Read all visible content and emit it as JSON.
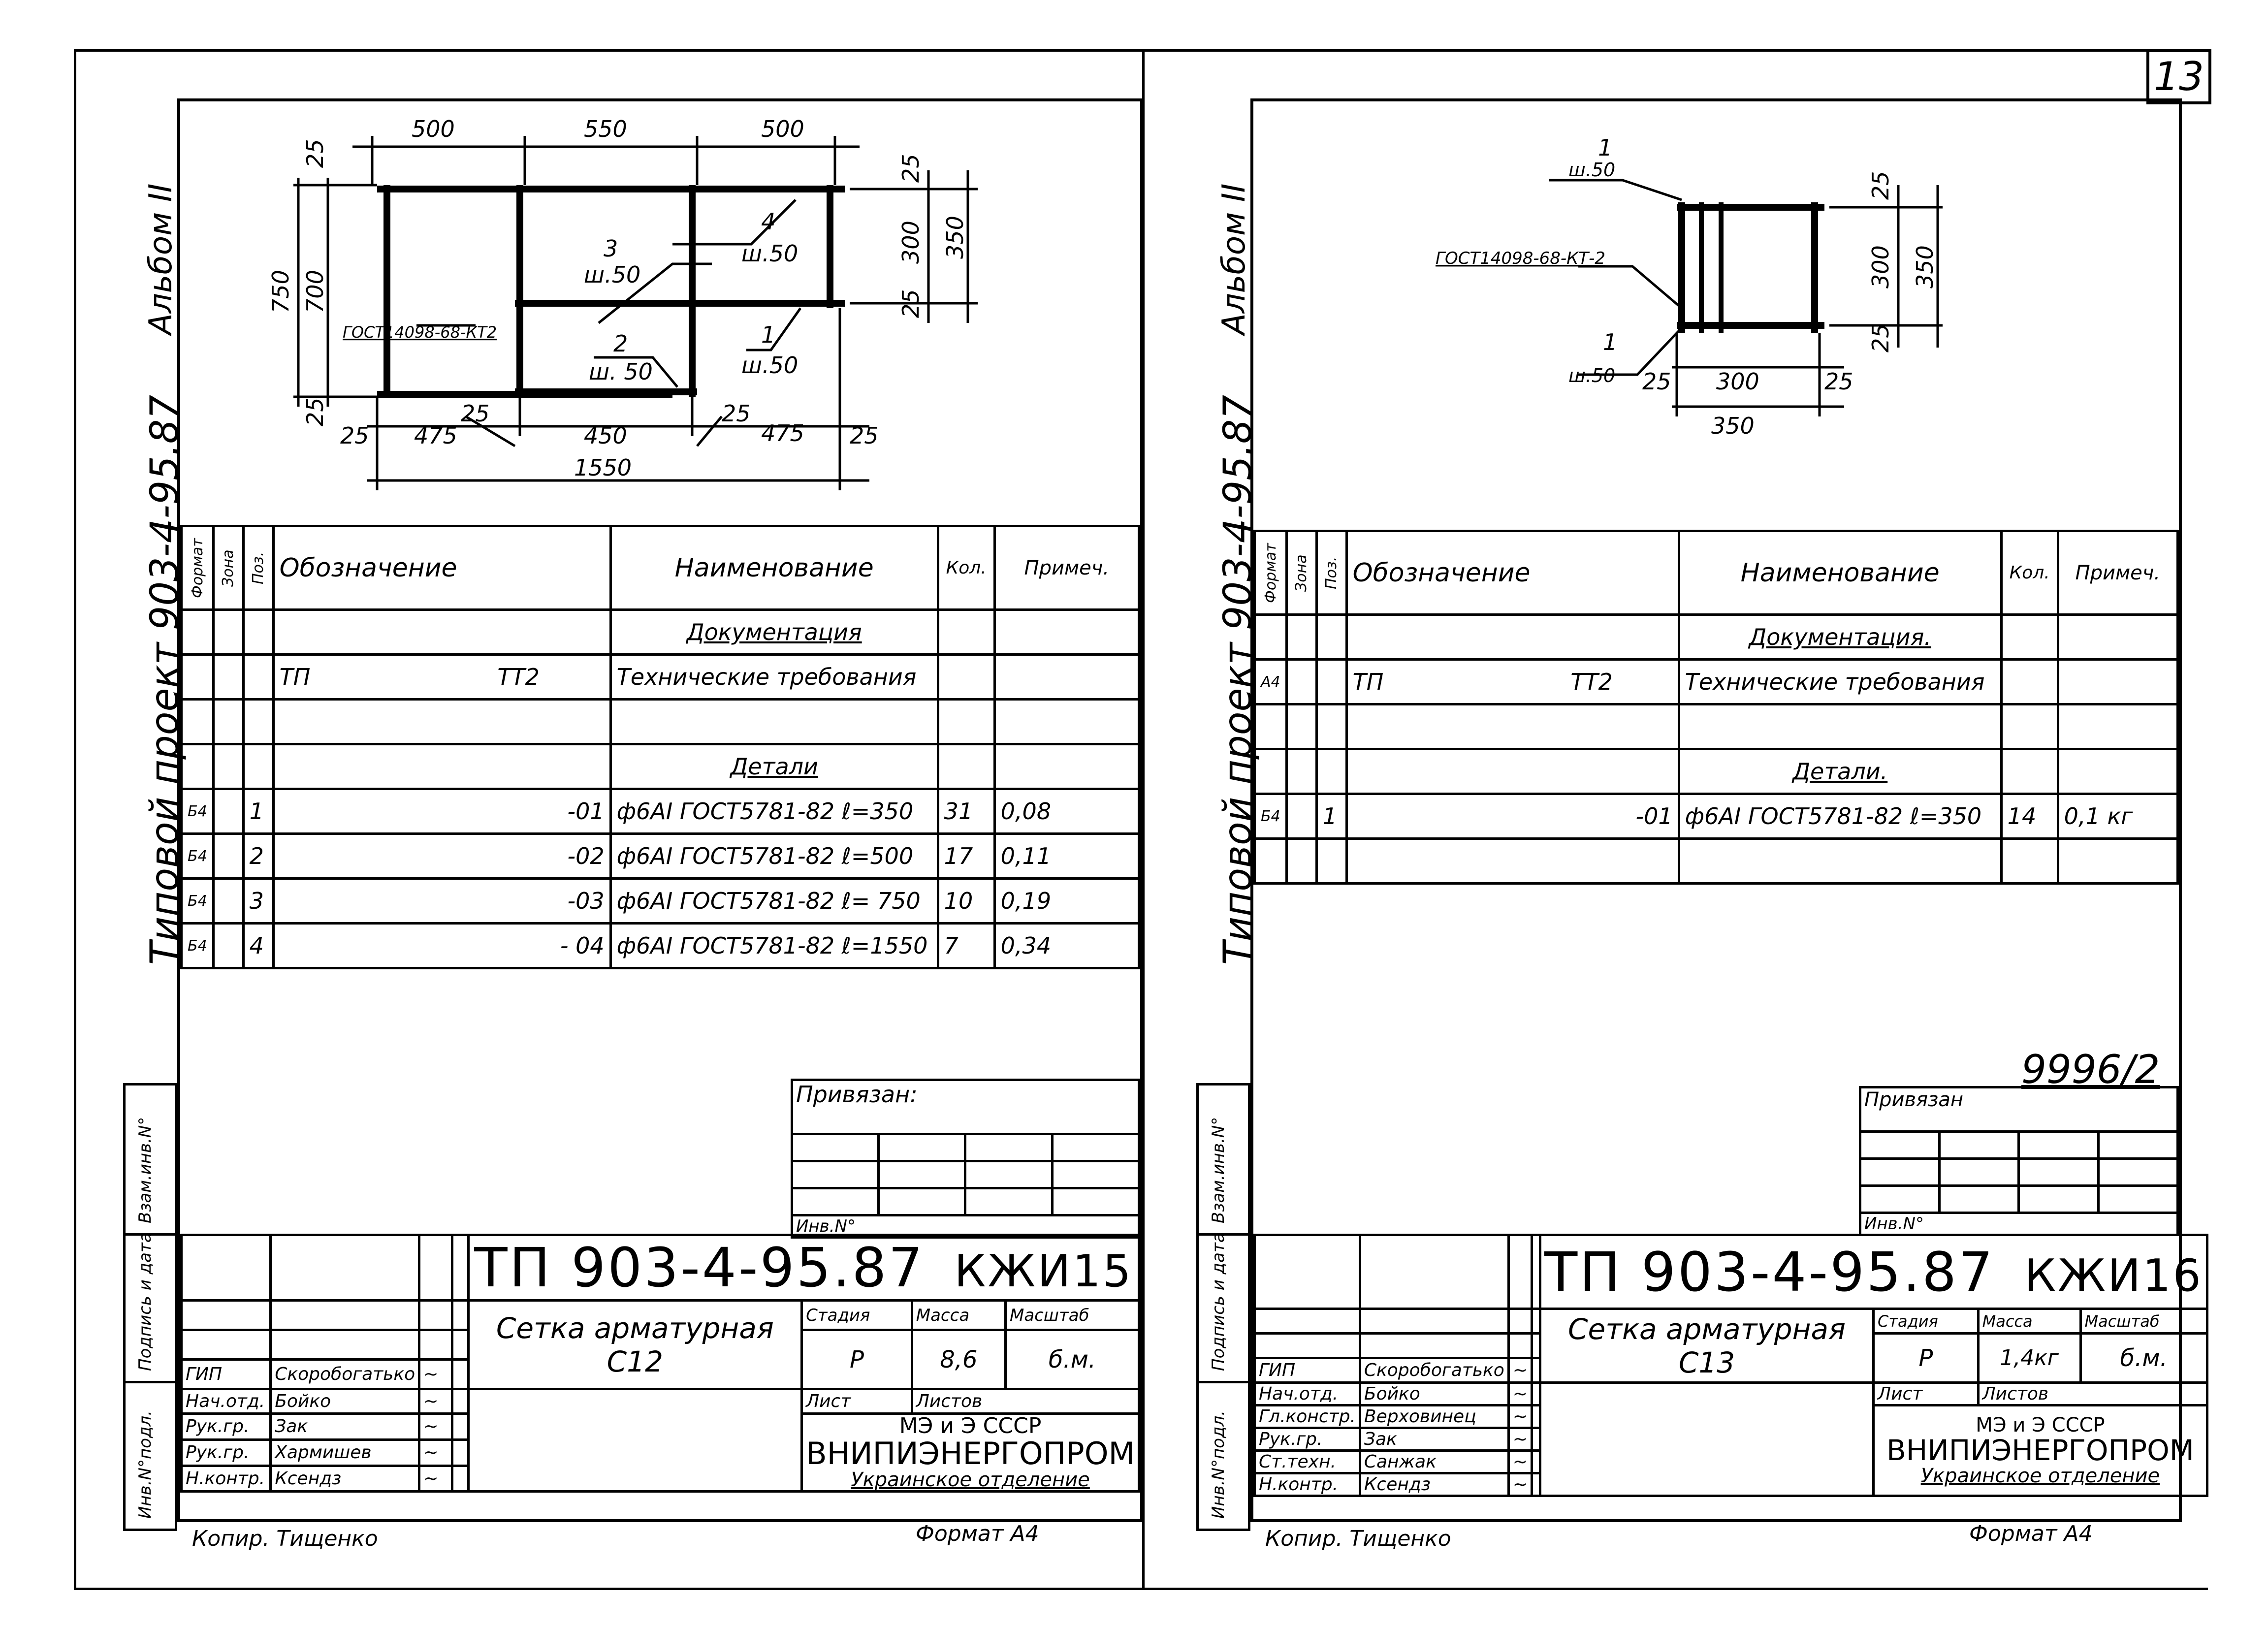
{
  "page_number": "13",
  "left": {
    "album": "Альбом II",
    "project_side": "Типовой проект   903-4-95.87",
    "dims": {
      "top": [
        "500",
        "550",
        "500"
      ],
      "right": [
        "25",
        "300",
        "25",
        "350"
      ],
      "left": [
        "25",
        "750",
        "700",
        "25"
      ],
      "bottom": [
        "25",
        "475",
        "25",
        "450",
        "25",
        "475",
        "25"
      ],
      "total": "1550"
    },
    "callouts": {
      "c3": {
        "num": "3",
        "step": "ш.50"
      },
      "c4": {
        "num": "4",
        "step": "ш.50"
      },
      "c2": {
        "num": "2",
        "step": "ш. 50"
      },
      "c1": {
        "num": "1",
        "step": "ш.50"
      },
      "gost": "ГОСТ14098-68-КТ2"
    },
    "table": {
      "headers": {
        "format": "Формат",
        "zone": "Зона",
        "pos": "Поз.",
        "designation": "Обозначение",
        "name": "Наименование",
        "qty": "Кол.",
        "note": "Примеч."
      },
      "section_docs": "Документация",
      "doc_row": {
        "tp": "ТП",
        "tt2": "ТТ2",
        "name": "Технические требования"
      },
      "section_details": "Детали",
      "rows": [
        {
          "format": "Б4",
          "pos": "1",
          "designation": "-01",
          "name": "ф6АI ГОСТ5781-82  ℓ=350",
          "qty": "31",
          "note": "0,08"
        },
        {
          "format": "Б4",
          "pos": "2",
          "designation": "-02",
          "name": "ф6АI ГОСТ5781-82  ℓ=500",
          "qty": "17",
          "note": "0,11"
        },
        {
          "format": "Б4",
          "pos": "3",
          "designation": "-03",
          "name": "ф6АI ГОСТ5781-82  ℓ= 750",
          "qty": "10",
          "note": "0,19"
        },
        {
          "format": "Б4",
          "pos": "4",
          "designation": "- 04",
          "name": "ф6АI ГОСТ5781-82  ℓ=1550",
          "qty": "7",
          "note": "0,34"
        }
      ]
    },
    "privyazan": "Привязан:",
    "inv": "Инв.N°",
    "code": "ТП 903-4-95.87",
    "sheet_code": "КЖИ15",
    "title1": "Сетка арматурная",
    "title2": "С12",
    "stage_h": "Стадия",
    "mass_h": "Масса",
    "scale_h": "Масштаб",
    "stage": "Р",
    "mass": "8,6",
    "scale": "б.м.",
    "list": "Лист",
    "lists": "Листов",
    "org1": "МЭ и Э СССР",
    "org2": "ВНИПИЭНЕРГОПРОМ",
    "org3": "Украинское отделение",
    "staff": [
      {
        "role": "ГИП",
        "name": "Скоробогатько"
      },
      {
        "role": "Нач.отд.",
        "name": "Бойко"
      },
      {
        "role": "Рук.гр.",
        "name": "Зак"
      },
      {
        "role": "Рук.гр.",
        "name": "Хармишев"
      },
      {
        "role": "Н.контр.",
        "name": "Ксендз"
      }
    ],
    "copy": "Копир. Тищенко",
    "format": "Формат А4",
    "strip": [
      "Инв.N°подл.",
      "Подпись и дата",
      "Взам.инв.N°"
    ]
  },
  "right": {
    "album": "Альбом II",
    "project_side": "Типовой проект   903-4-95.87",
    "dims": {
      "right": [
        "25",
        "300",
        "25",
        "350"
      ],
      "bottom": [
        "25",
        "300",
        "25"
      ],
      "total": "350"
    },
    "callouts": {
      "c1a": {
        "num": "1",
        "step": "ш.50"
      },
      "c1b": {
        "num": "1",
        "step": "ш.50"
      },
      "gost": "ГОСТ14098-68-КТ-2"
    },
    "table": {
      "headers": {
        "format": "Формат",
        "zone": "Зона",
        "pos": "Поз.",
        "designation": "Обозначение",
        "name": "Наименование",
        "qty": "Кол.",
        "note": "Примеч."
      },
      "section_docs": "Документация.",
      "doc_row": {
        "format": "А4",
        "tp": "ТП",
        "tt2": "ТТ2",
        "name": "Технические требования"
      },
      "section_details": "Детали.",
      "rows": [
        {
          "format": "Б4",
          "pos": "1",
          "designation": "-01",
          "name": "ф6АI ГОСТ5781-82  ℓ=350",
          "qty": "14",
          "note": "0,1 кг"
        }
      ]
    },
    "archive": "9996/2",
    "privyazan": "Привязан",
    "inv": "Инв.N°",
    "code": "ТП 903-4-95.87",
    "sheet_code": "КЖИ16",
    "title1": "Сетка арматурная",
    "title2": "С13",
    "stage_h": "Стадия",
    "mass_h": "Масса",
    "scale_h": "Масштаб",
    "stage": "Р",
    "mass": "1,4кг",
    "scale": "б.м.",
    "list": "Лист",
    "lists": "Листов",
    "org1": "МЭ и Э СССР",
    "org2": "ВНИПИЭНЕРГОПРОМ",
    "org3": "Украинское отделение",
    "staff": [
      {
        "role": "ГИП",
        "name": "Скоробогатько"
      },
      {
        "role": "Нач.отд.",
        "name": "Бойко"
      },
      {
        "role": "Гл.констр.",
        "name": "Верховинец"
      },
      {
        "role": "Рук.гр.",
        "name": "Зак"
      },
      {
        "role": "Ст.техн.",
        "name": "Санжак"
      },
      {
        "role": "Н.контр.",
        "name": "Ксендз"
      }
    ],
    "copy": "Копир. Тищенко",
    "format": "Формат А4",
    "strip": [
      "Инв.N°подл.",
      "Подпись и дата",
      "Взам.инв.N°"
    ]
  }
}
